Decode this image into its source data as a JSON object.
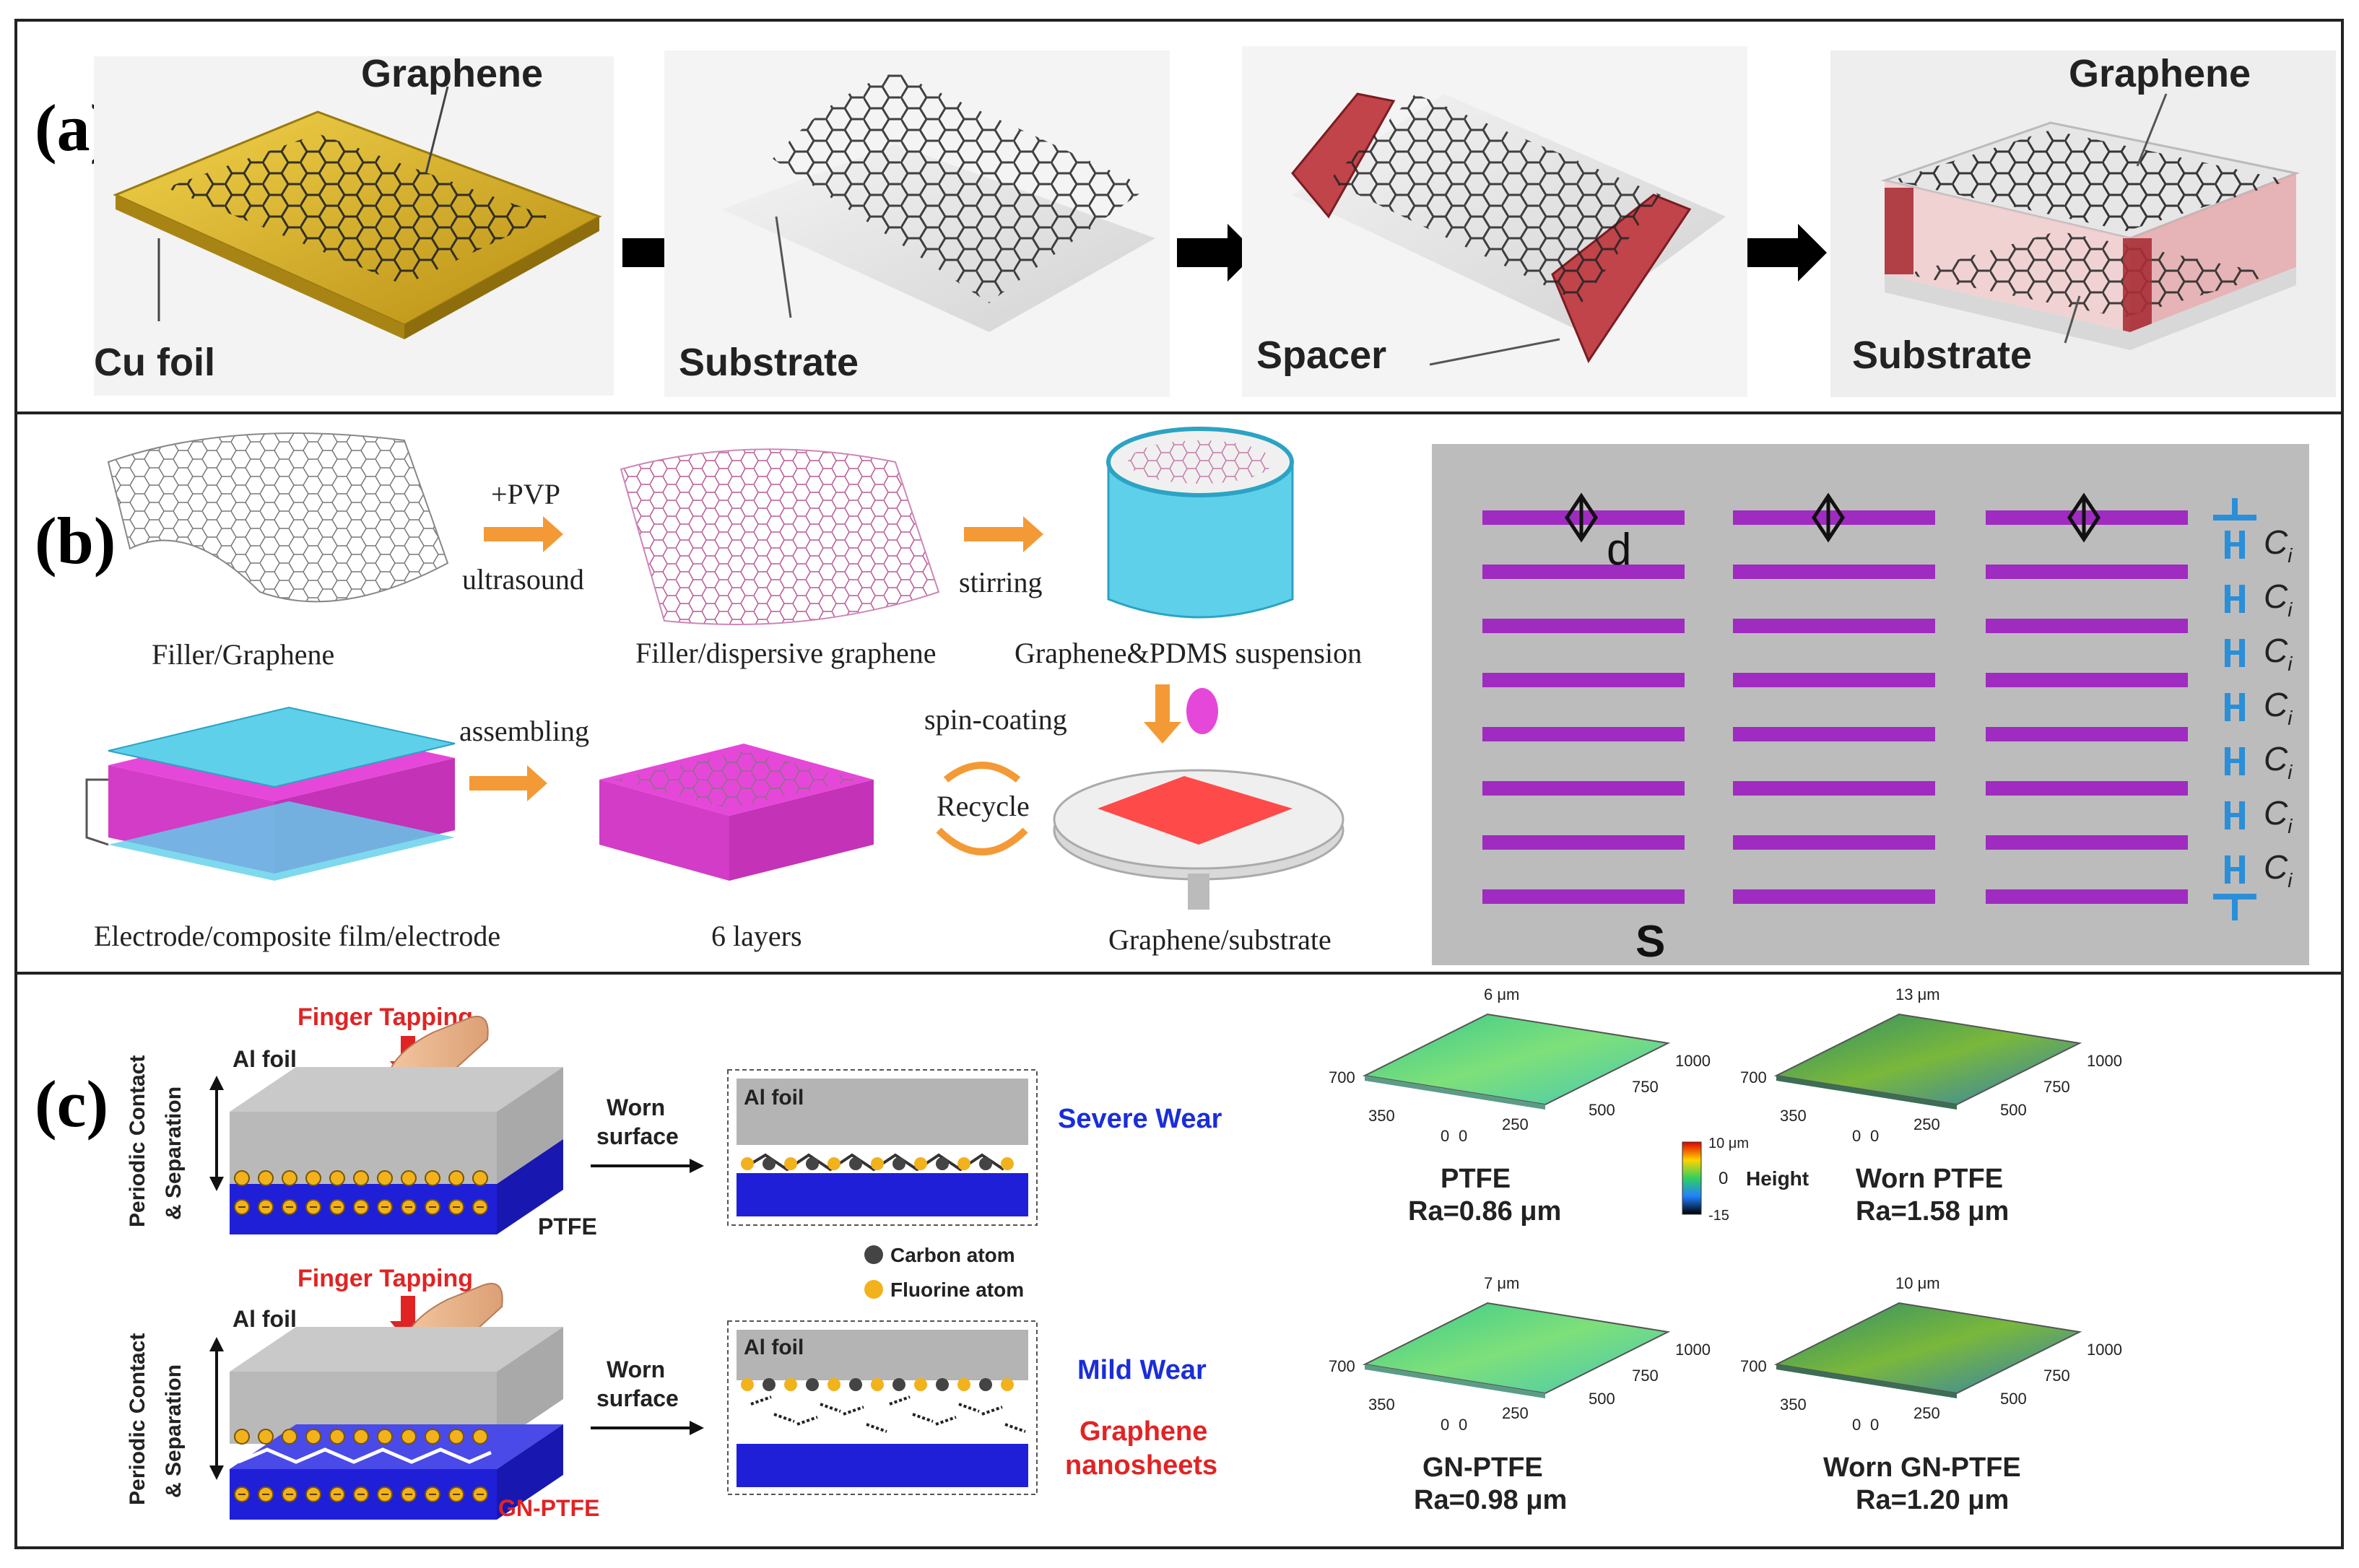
{
  "panel_a": {
    "label": "(a)",
    "step1": {
      "top_label": "Graphene",
      "bottom_label": "Cu foil"
    },
    "step2": {
      "bottom_label": "Substrate"
    },
    "step3": {
      "bottom_label": "Spacer"
    },
    "step4": {
      "top_label": "Graphene",
      "bottom_label": "Substrate"
    }
  },
  "panel_b": {
    "label": "(b)",
    "filler_caption": "Filler/Graphene",
    "arrow1_top": "+PVP",
    "arrow1_bottom": "ultrasound",
    "dispersive_caption": "Filler/dispersive graphene",
    "arrow2_label": "stirring",
    "suspension_caption": "Graphene&PDMS suspension",
    "electrode_caption": "Electrode/composite film/electrode",
    "assembling_label": "assembling",
    "layers_caption": "6 layers",
    "spin_label": "spin-coating",
    "recycle_label": "Recycle",
    "substrate_caption": "Graphene/substrate",
    "model": {
      "d_label": "d",
      "s_label": "S",
      "cap_label": "C",
      "cap_subscript": "i",
      "cap_count": 7
    }
  },
  "panel_c": {
    "label": "(c)",
    "top": {
      "finger_label": "Finger Tapping",
      "axis_label_1": "Periodic Contact",
      "axis_label_2": "& Separation",
      "al_foil": "Al foil",
      "film_label": "PTFE",
      "arrow_label_1": "Worn",
      "arrow_label_2": "surface",
      "inset_al": "Al foil",
      "wear_label": "Severe Wear"
    },
    "legend": {
      "carbon": "Carbon  atom",
      "fluorine": "Fluorine  atom"
    },
    "bottom": {
      "finger_label": "Finger Tapping",
      "axis_label_1": "Periodic Contact",
      "axis_label_2": "& Separation",
      "al_foil": "Al foil",
      "film_label": "GN-PTFE",
      "arrow_label_1": "Worn",
      "arrow_label_2": "surface",
      "inset_al": "Al foil",
      "wear_label": "Mild Wear",
      "nanosheet_label_1": "Graphene",
      "nanosheet_label_2": "nanosheets"
    },
    "maps": [
      {
        "z_label": "6 μm",
        "name": "PTFE",
        "ra": "Ra=0.86 μm",
        "ticks": [
          "700",
          "350",
          "0",
          "0",
          "250",
          "500",
          "750",
          "1000"
        ]
      },
      {
        "z_label": "13 μm",
        "name": "Worn PTFE",
        "ra": "Ra=1.58 μm",
        "ticks": [
          "700",
          "350",
          "0",
          "0",
          "250",
          "500",
          "750",
          "1000"
        ]
      },
      {
        "z_label": "7 μm",
        "name": "GN-PTFE",
        "ra": "Ra=0.98 μm",
        "ticks": [
          "700",
          "350",
          "0",
          "0",
          "250",
          "500",
          "750",
          "1000"
        ]
      },
      {
        "z_label": "10 μm",
        "name": "Worn GN-PTFE",
        "ra": "Ra=1.20 μm",
        "ticks": [
          "700",
          "350",
          "0",
          "0",
          "250",
          "500",
          "750",
          "1000"
        ]
      }
    ],
    "colorbar": {
      "max": "10 μm",
      "zero": "0",
      "min": "-15",
      "label": "Height"
    }
  },
  "colors": {
    "cu_foil": "#d8b22a",
    "spacer": "#c0444a",
    "magenta": "#e548d8",
    "cyan": "#5fd0ea",
    "arrow_orange": "#f39a36",
    "plate_purple": "#9f2bc0",
    "cap_blue": "#2a8fd8",
    "ptfe_blue": "#1f1fd8",
    "gray_top": "#b9b9b9",
    "red_text": "#e02424",
    "blue_text": "#1a2ed8"
  }
}
